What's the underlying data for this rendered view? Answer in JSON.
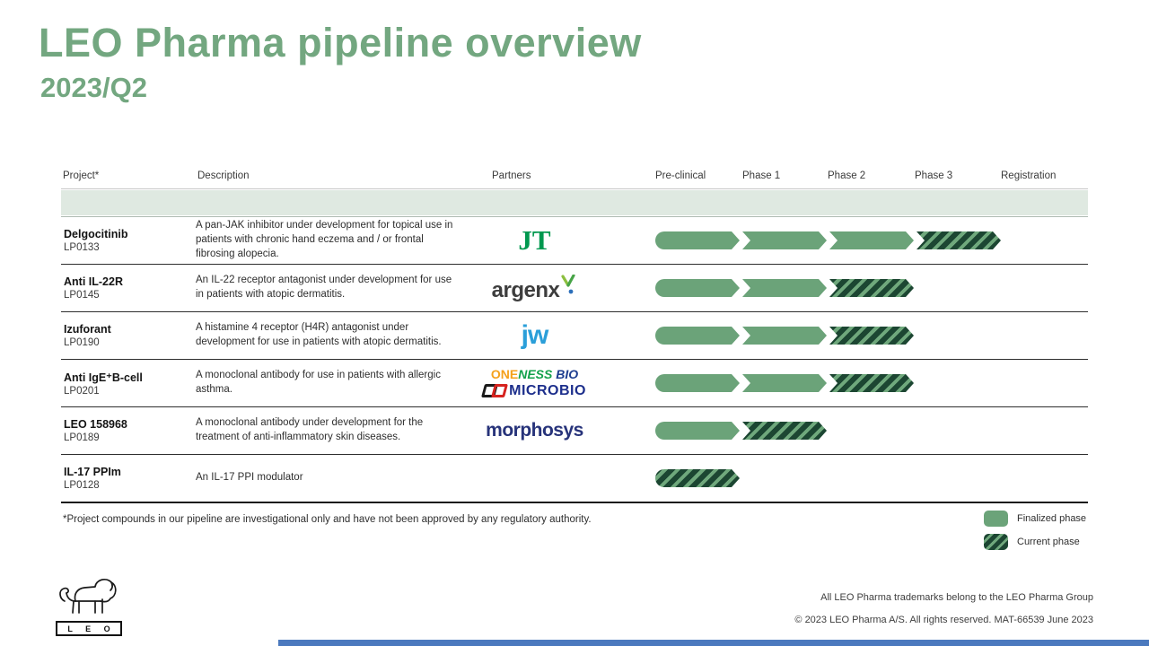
{
  "title": "LEO Pharma pipeline overview",
  "subtitle": "2023/Q2",
  "colors": {
    "title_green": "#73A780",
    "finalized_green": "#6BA379",
    "current_dark_green": "#1C4632",
    "header_band": "#DFE9E1",
    "bottom_bar_blue": "#4B79BE"
  },
  "table": {
    "headers": [
      "Project*",
      "Description",
      "Partners",
      "Pre-clinical",
      "Phase 1",
      "Phase 2",
      "Phase 3",
      "Registration"
    ],
    "rows": [
      {
        "project": "Delgocitinib",
        "code": "LP0133",
        "description": "A pan-JAK inhibitor under development for topical use in patients with chronic hand eczema and / or frontal fibrosing alopecia.",
        "partner": "JT",
        "segments": [
          "f",
          "f",
          "f",
          "c"
        ],
        "current_phase": "Phase 3"
      },
      {
        "project": "Anti IL-22R",
        "code": "LP0145",
        "description": "An IL-22 receptor antagonist under development for use in patients with atopic dermatitis.",
        "partner": "argenx",
        "segments": [
          "f",
          "f",
          "c"
        ],
        "current_phase": "Phase 2"
      },
      {
        "project": "Izuforant",
        "code": "LP0190",
        "description": "A histamine 4 receptor (H4R) antagonist under development for use in patients with atopic dermatitis.",
        "partner": "JW",
        "segments": [
          "f",
          "f",
          "c"
        ],
        "current_phase": "Phase 2"
      },
      {
        "project": "Anti IgE⁺B-cell",
        "code": "LP0201",
        "description": "A monoclonal antibody for use in patients with allergic asthma.",
        "partner": "Oneness Bio / Microbio",
        "segments": [
          "f",
          "f",
          "c"
        ],
        "current_phase": "Phase 2"
      },
      {
        "project": "LEO 158968",
        "code": "LP0189",
        "description": "A monoclonal antibody under development for the treatment of anti-inflammatory skin diseases.",
        "partner": "MorphoSys",
        "segments": [
          "f",
          "c"
        ],
        "current_phase": "Phase 1"
      },
      {
        "project": "IL-17 PPIm",
        "code": "LP0128",
        "description": "An IL-17 PPI modulator",
        "partner": "",
        "segments": [
          "c"
        ],
        "current_phase": "Pre-clinical"
      }
    ]
  },
  "partner_logos": {
    "jt": "JT",
    "argenx": "argenx",
    "jw": "jw",
    "one": "ONE",
    "ness": "NESS",
    "bio": " BIO",
    "microbio": "MICROBIO",
    "morphosys": "morphosys"
  },
  "legend": {
    "finalized": "Finalized phase",
    "current": "Current phase"
  },
  "footnote": "*Project compounds in our pipeline are investigational only and have not been approved by any regulatory authority.",
  "footer": {
    "trademark_line": "All LEO Pharma trademarks belong to the LEO Pharma Group",
    "copyright_line": "© 2023 LEO Pharma A/S. All rights reserved.  MAT-66539 June 2023",
    "logo_letters": "L E O"
  }
}
